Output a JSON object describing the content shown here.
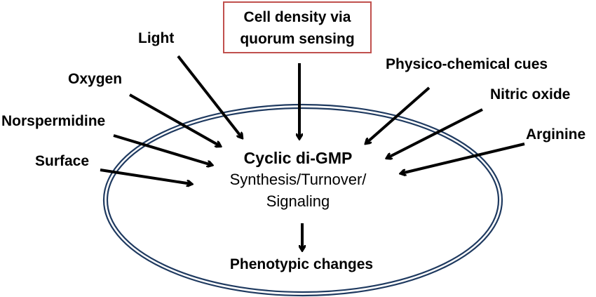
{
  "top_box": {
    "line1": "Cell density via",
    "line2": "quorum sensing"
  },
  "inputs": {
    "light": "Light",
    "oxygen": "Oxygen",
    "norspermidine": "Norspermidine",
    "surface": "Surface",
    "physico_chemical": "Physico-chemical cues",
    "nitric_oxide": "Nitric oxide",
    "arginine": "Arginine"
  },
  "center": {
    "title": "Cyclic di-GMP",
    "line2": "Synthesis/Turnover/",
    "line3": "Signaling"
  },
  "output": "Phenotypic changes",
  "colors": {
    "box_border": "#c0504d",
    "ellipse": "#1f3a60",
    "arrows": "#000000"
  }
}
